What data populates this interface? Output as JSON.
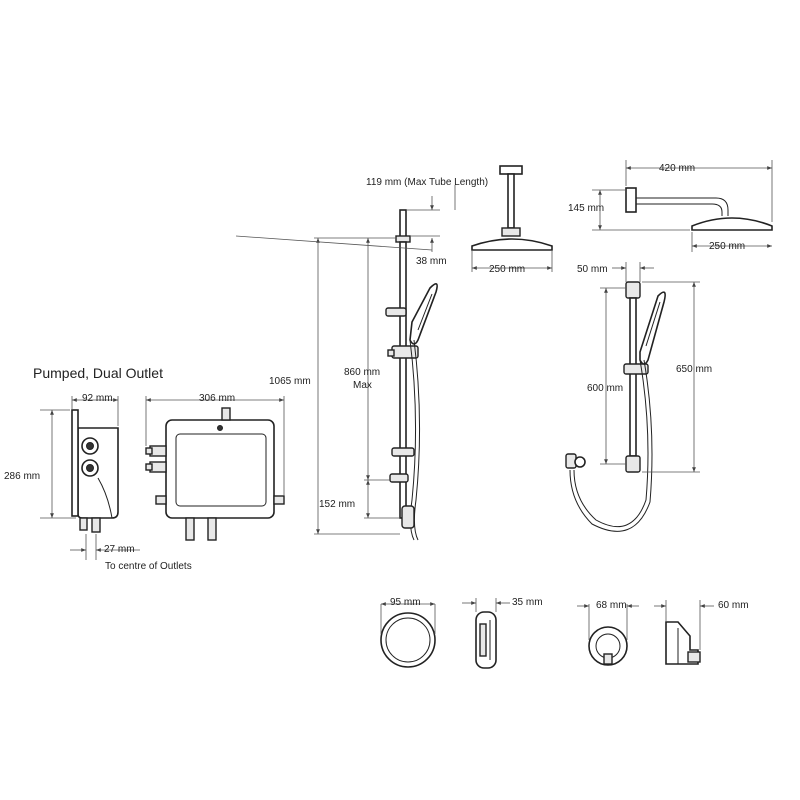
{
  "heading": "Pumped, Dual Outlet",
  "dims": {
    "unit_width": "306 mm",
    "unit_depth": "92 mm",
    "unit_height": "286 mm",
    "outlet_offset": "27 mm",
    "outlet_note": "To centre of Outlets",
    "tube_length": "119 mm (Max Tube Length)",
    "top_clearance": "38 mm",
    "riser_total": "1065 mm",
    "riser_adjust_value": "860 mm",
    "riser_adjust_suffix": "Max",
    "riser_bottom": "152 mm",
    "ceiling_head": "250 mm",
    "arm_length": "420 mm",
    "arm_drop": "145 mm",
    "wall_head": "250 mm",
    "bar_width": "50 mm",
    "bar_height": "600 mm",
    "bar_total": "650 mm",
    "control_dia": "95 mm",
    "control_depth": "35 mm",
    "elbow_dia": "68 mm",
    "elbow_depth": "60 mm"
  }
}
